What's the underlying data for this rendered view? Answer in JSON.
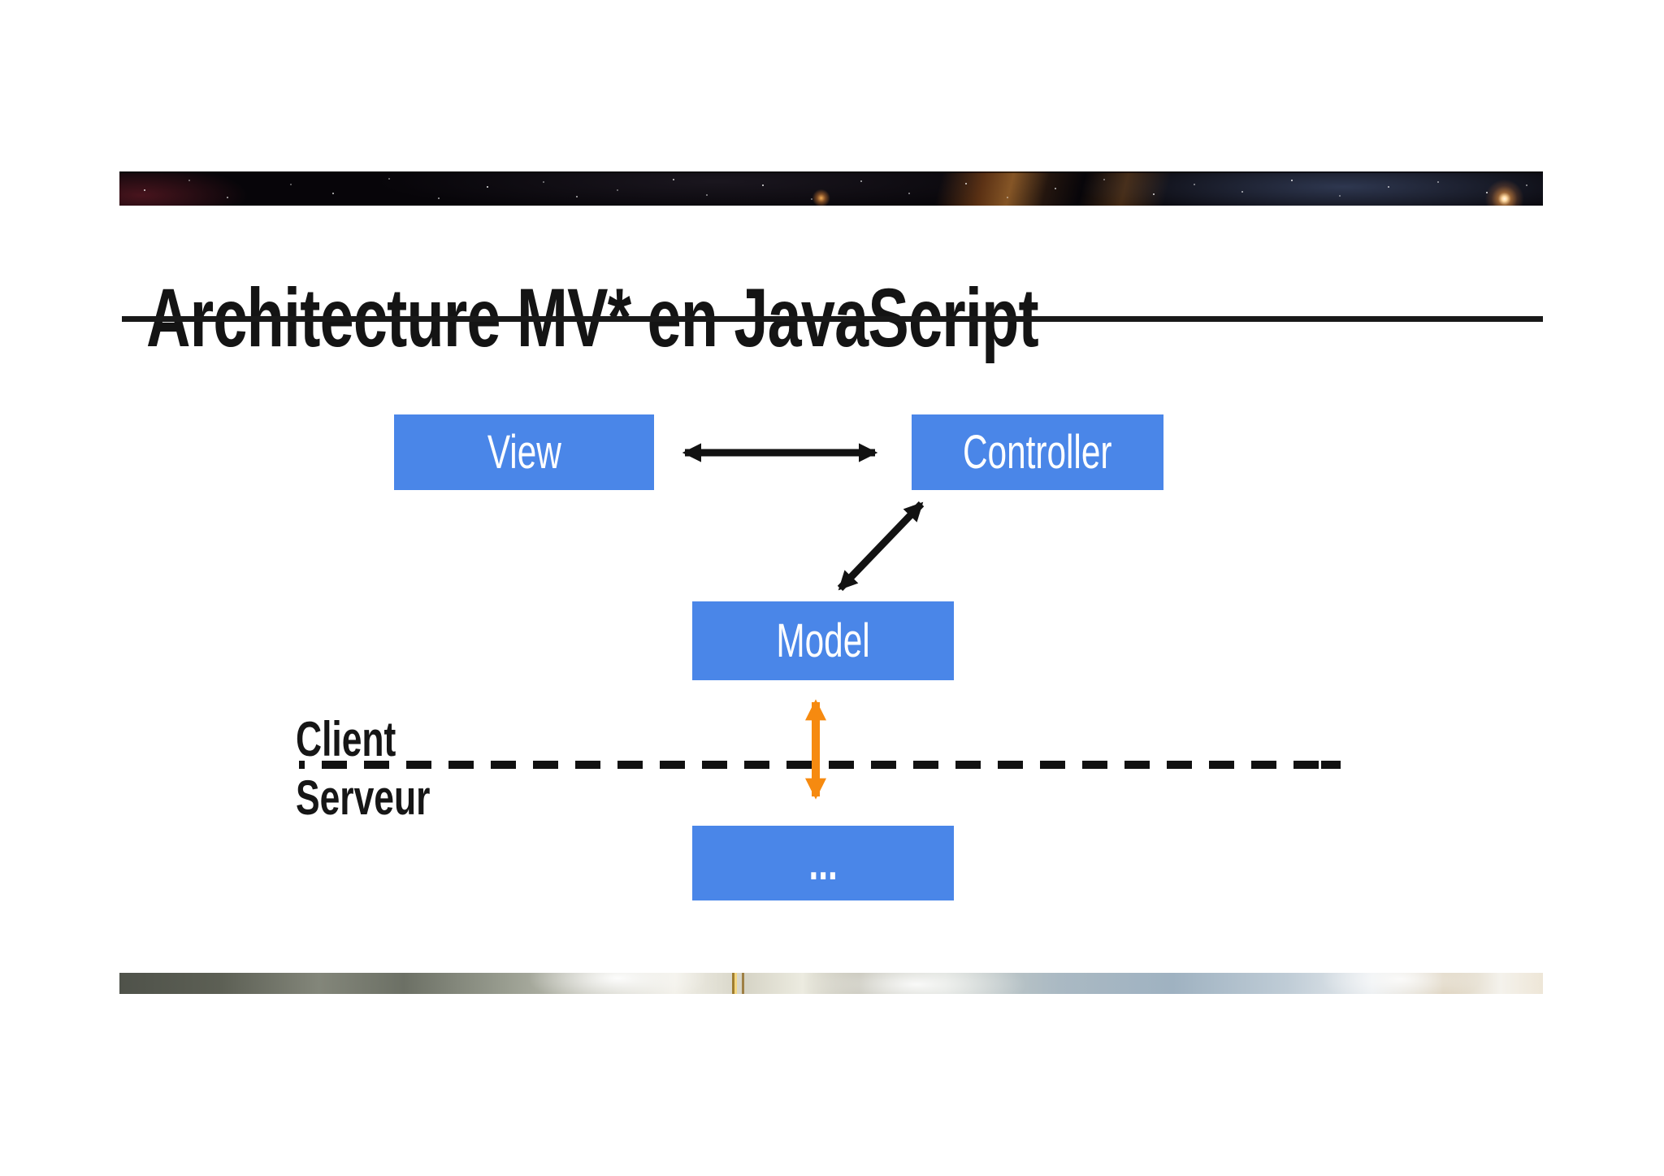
{
  "slide": {
    "title": "Architecture MV* en JavaScript",
    "diagram": {
      "boxes": [
        {
          "id": "view",
          "label": "View"
        },
        {
          "id": "controller",
          "label": "Controller"
        },
        {
          "id": "model",
          "label": "Model"
        },
        {
          "id": "backend",
          "label": "..."
        }
      ],
      "separator": {
        "above": "Client",
        "below": "Serveur"
      },
      "arrows": [
        {
          "id": "view-controller",
          "type": "double-headed",
          "color": "#121212"
        },
        {
          "id": "controller-model",
          "type": "double-headed",
          "color": "#121212"
        },
        {
          "id": "model-backend",
          "type": "double-headed",
          "color": "#f68a10"
        }
      ]
    },
    "colors": {
      "box_fill": "#4a86e8",
      "box_text": "#ffffff",
      "arrow_black": "#121212",
      "arrow_orange": "#f68a10",
      "title_text": "#141414"
    }
  }
}
